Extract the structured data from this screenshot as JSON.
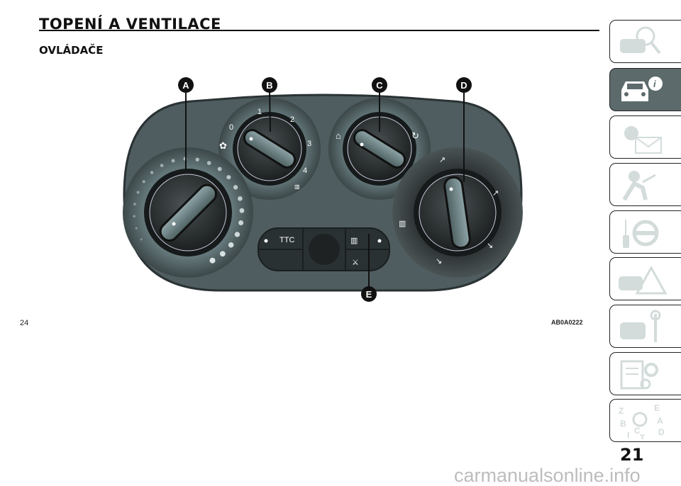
{
  "header": {
    "title": "TOPENÍ A VENTILACE",
    "subtitle": "OVLÁDAČE"
  },
  "figure": {
    "callouts": [
      "A",
      "B",
      "C",
      "D",
      "E"
    ],
    "fan_dial_numbers": [
      "0",
      "1",
      "2",
      "3",
      "4"
    ],
    "button_label": "TTC",
    "figure_code": "AB0A0222"
  },
  "footer": {
    "page_number": "24",
    "folio": "21",
    "watermark": "carmanualsonline.info"
  },
  "sidebar": {
    "tabs": [
      {
        "icon": "car-search-icon",
        "active": false
      },
      {
        "icon": "car-info-icon",
        "active": true
      },
      {
        "icon": "warning-light-message-icon",
        "active": false
      },
      {
        "icon": "airbag-seatbelt-icon",
        "active": false
      },
      {
        "icon": "key-steering-wheel-icon",
        "active": false
      },
      {
        "icon": "car-warning-triangle-icon",
        "active": false
      },
      {
        "icon": "car-wrench-icon",
        "active": false
      },
      {
        "icon": "specs-gears-icon",
        "active": false
      },
      {
        "icon": "alphabetical-index-icon",
        "active": false
      }
    ]
  },
  "colors": {
    "panel": "#4f5d60",
    "tab_active": "#5c6a6c",
    "icon_grey": "#d3dcdb"
  }
}
